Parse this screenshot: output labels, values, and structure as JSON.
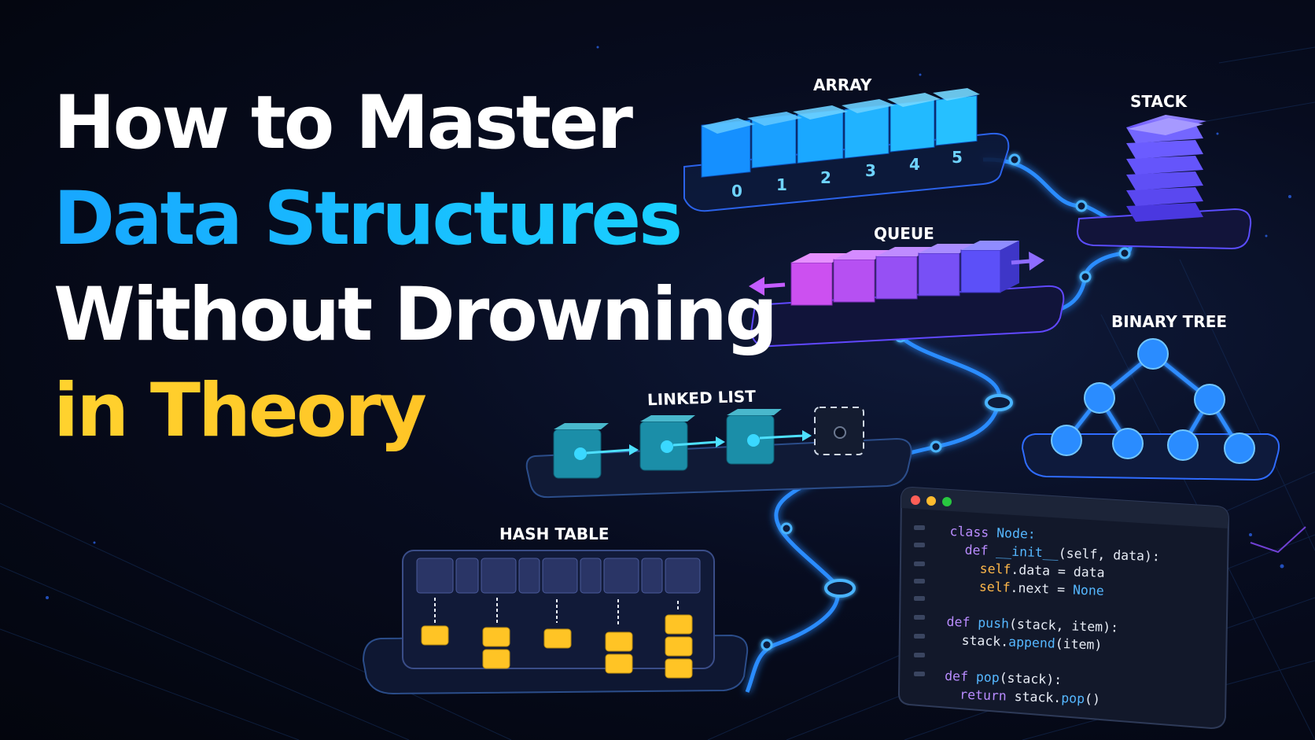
{
  "headline": {
    "line1": "How to Master",
    "line2": "Data Structures",
    "line3": "Without Drowning",
    "line4": "in Theory"
  },
  "labels": {
    "array": "ARRAY",
    "stack": "STACK",
    "queue": "QUEUE",
    "binary_tree": "BINARY TREE",
    "linked_list": "LINKED LIST",
    "hash_table": "HASH TABLE"
  },
  "array_indices": [
    "0",
    "1",
    "2",
    "3",
    "4",
    "5"
  ],
  "code": {
    "l1a": "class",
    "l1b": " Node:",
    "l2a": "  def",
    "l2b": " __init__",
    "l2c": "(self, data):",
    "l3a": "    self",
    "l3b": ".data = data",
    "l4a": "    self",
    "l4b": ".next = ",
    "l4c": "None",
    "l6a": "def",
    "l6b": " push",
    "l6c": "(stack, item):",
    "l7a": "  stack.",
    "l7b": "append",
    "l7c": "(item)",
    "l9a": "def",
    "l9b": " pop",
    "l9c": "(stack):",
    "l10a": "  return",
    "l10b": " stack.",
    "l10c": "pop",
    "l10d": "()"
  },
  "colors": {
    "title_white": "#ffffff",
    "title_blue": "#18b4ff",
    "title_yellow": "#ffc52a",
    "array_blue": "#1ea5ff",
    "stack_purple": "#6c5cff",
    "queue_magenta": "#c45cff",
    "linked_teal": "#1d8aa6",
    "hash_yellow": "#ffc425",
    "path_glow": "#2b8cff"
  }
}
